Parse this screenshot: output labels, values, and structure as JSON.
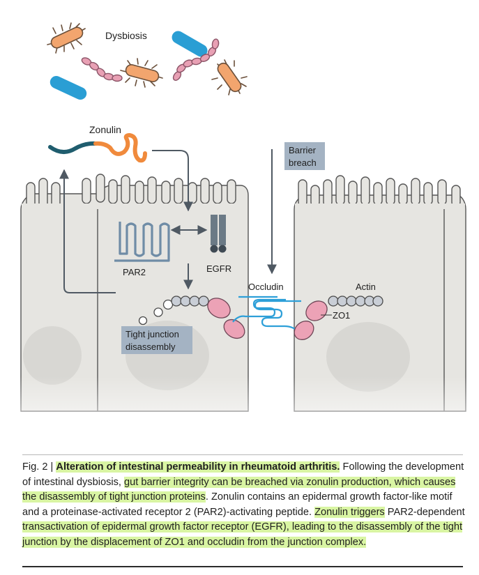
{
  "figure": {
    "labels": {
      "dysbiosis": "Dysbiosis",
      "zonulin": "Zonulin",
      "barrier_line1": "Barrier",
      "barrier_line2": "breach",
      "par2": "PAR2",
      "egfr": "EGFR",
      "occludin": "Occludin",
      "actin": "Actin",
      "zo1": "ZO1",
      "tj_line1": "Tight junction",
      "tj_line2": "disassembly"
    },
    "colors": {
      "bacteria_orange": "#f2a56e",
      "bacteria_blue": "#2a9ed4",
      "bacteria_pink": "#d98aa0",
      "zonulin_dark": "#1f5d6e",
      "zonulin_orange": "#f08a3c",
      "cell_fill": "#e6e5e1",
      "nucleus": "#d8d7d3",
      "zo1_pink": "#eca2b6",
      "actin_bead": "#c9ced6",
      "occludin_blue": "#2d9fd8",
      "par2_blue": "#6f8ca6",
      "egfr_gray": "#6b7a86",
      "callout_bg": "#a4b3c3",
      "arrow": "#4f5963"
    }
  },
  "caption": {
    "fig_label": "Fig. 2 | ",
    "title": "Alteration of intestinal permeability in rheumatoid arthritis.",
    "s1": " Following the development of intestinal dysbiosis, ",
    "s2": "gut barrier integrity can be breached via zonulin production, which causes the disassembly of tight junction proteins",
    "s3": ". Zonulin contains an epidermal growth factor-like motif and a proteinase-activated receptor 2 (PAR2)-activating peptide. ",
    "s4": "Zonulin triggers",
    "s5": " PAR2-dependent ",
    "s6": "transactivation of epidermal growth factor receptor (EGFR), leading to the disassembly of the tight junction by the displacement of ZO1 and occludin from the junction complex."
  }
}
